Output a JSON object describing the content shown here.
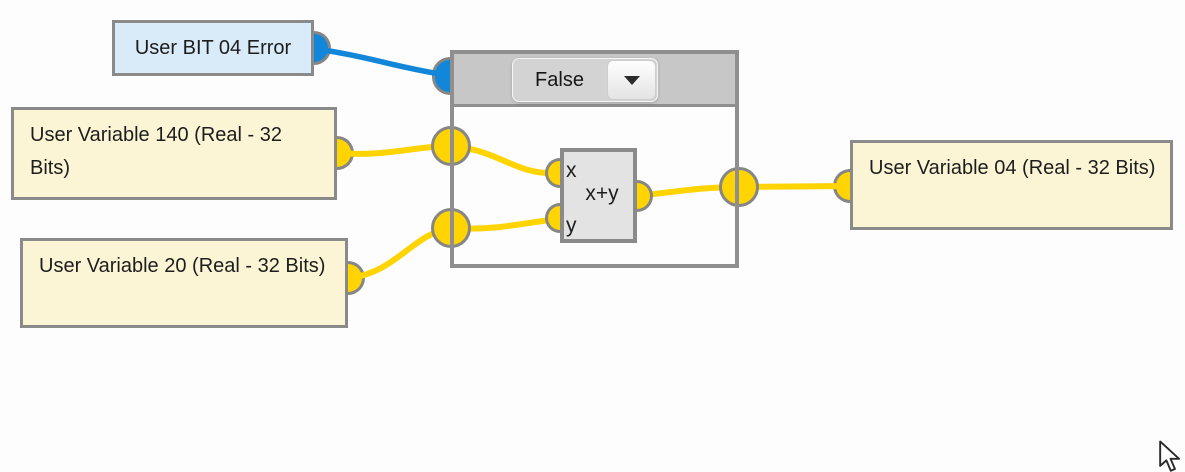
{
  "colors": {
    "wire_yellow": "#FFD400",
    "wire_blue": "#1287D9",
    "port_yellow": "#FFD400",
    "port_blue": "#1287D9",
    "box_border": "#8A8A8A",
    "bit_box_fill": "#D9EAF8",
    "variable_box_fill": "#FCF5D5",
    "group_header_fill": "#C7C7C7",
    "group_body_fill": "#FDFDFD",
    "operator_node_fill": "#E3E3E3"
  },
  "icons": {
    "dropdown_arrow": "triangle-down",
    "mouse_cursor": "arrow-pointer"
  },
  "nodes": {
    "bit_error": {
      "label": "User BIT 04 Error"
    },
    "var_140": {
      "label": "User Variable 140 (Real - 32 Bits)"
    },
    "var_20": {
      "label": "User Variable 20 (Real - 32 Bits)"
    },
    "var_04": {
      "label": "User Variable 04 (Real - 32 Bits)"
    },
    "condition_group": {
      "dropdown_value": "False"
    },
    "add_operator": {
      "label": "x+y",
      "input_x": "x",
      "input_y": "y"
    }
  },
  "connections": [
    {
      "from": "user-bit-04-error",
      "to": "condition-group-enable",
      "wire": "blue"
    },
    {
      "from": "user-variable-140",
      "to": "condition-group-input-1",
      "wire": "yellow"
    },
    {
      "from": "condition-group-input-1",
      "to": "add-operator-input-x",
      "wire": "yellow"
    },
    {
      "from": "user-variable-20",
      "to": "condition-group-input-2",
      "wire": "yellow"
    },
    {
      "from": "condition-group-input-2",
      "to": "add-operator-input-y",
      "wire": "yellow"
    },
    {
      "from": "add-operator-output",
      "to": "condition-group-output",
      "wire": "yellow"
    },
    {
      "from": "condition-group-output",
      "to": "user-variable-04",
      "wire": "yellow"
    }
  ]
}
